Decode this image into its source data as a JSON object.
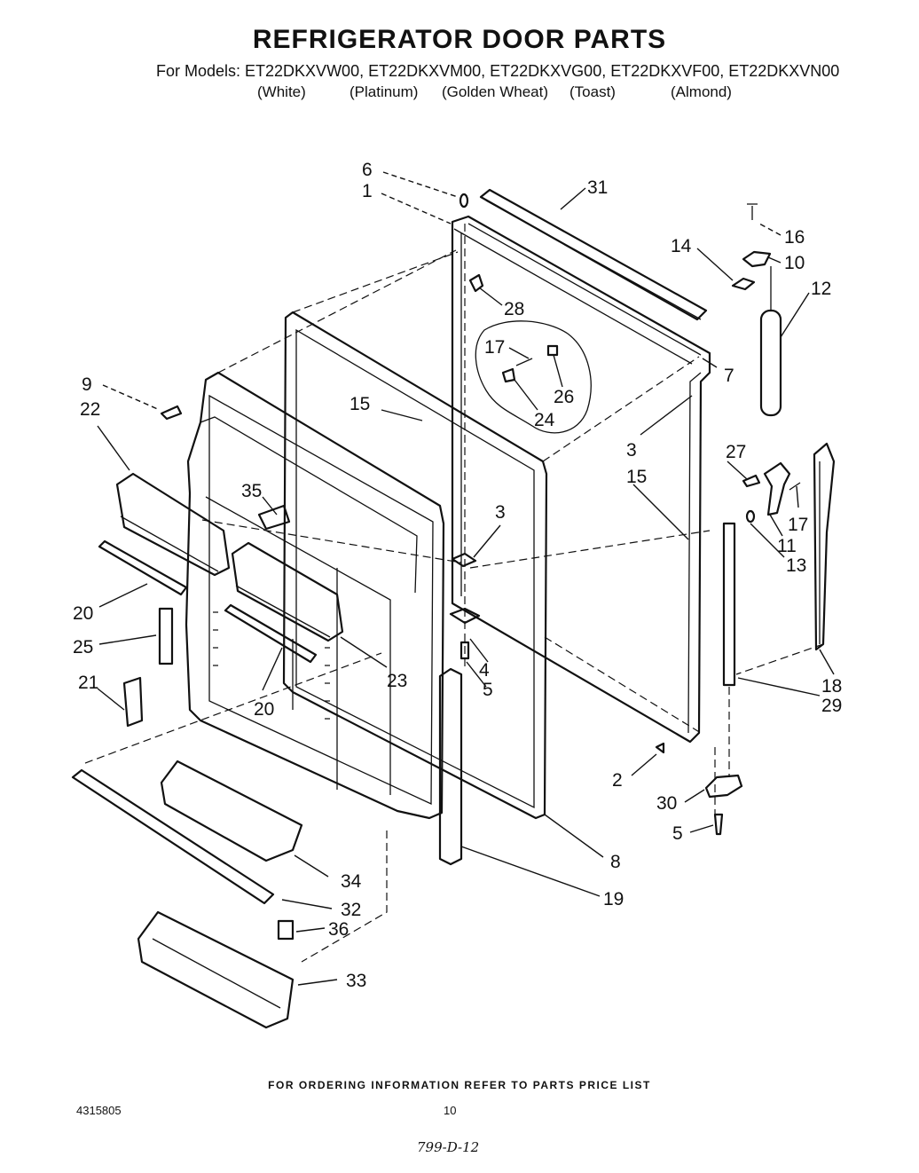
{
  "header": {
    "title": "REFRIGERATOR DOOR PARTS",
    "models_line": "For Models: ET22DKXVW00, ET22DKXVM00, ET22DKXVG00, ET22DKXVF00, ET22DKXVN00",
    "colors": [
      "(White)",
      "(Platinum)",
      "(Golden Wheat)",
      "(Toast)",
      "(Almond)"
    ]
  },
  "callouts": [
    "6",
    "1",
    "31",
    "16",
    "14",
    "10",
    "12",
    "28",
    "17",
    "7",
    "26",
    "9",
    "22",
    "15",
    "24",
    "3",
    "27",
    "35",
    "17",
    "15",
    "11",
    "3",
    "13",
    "20",
    "25",
    "4",
    "23",
    "5",
    "21",
    "20",
    "18",
    "29",
    "2",
    "30",
    "5",
    "8",
    "34",
    "32",
    "19",
    "36",
    "33"
  ],
  "footer": {
    "ordering_note": "FOR ORDERING INFORMATION REFER TO PARTS PRICE LIST",
    "document_number": "4315805",
    "page_number": "10",
    "handwritten_code": "799-D-12"
  }
}
